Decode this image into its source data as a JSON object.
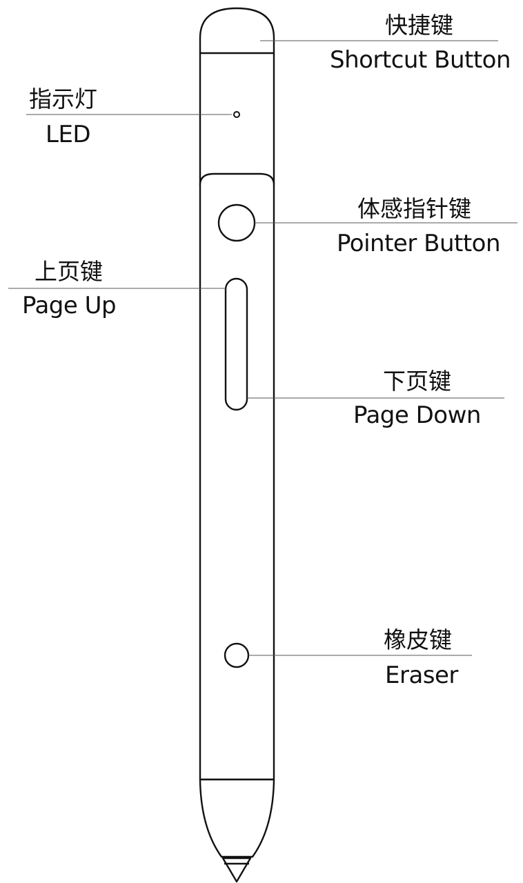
{
  "callouts": {
    "shortcut": {
      "zh": "快捷键",
      "en": "Shortcut Button"
    },
    "led": {
      "zh": "指示灯",
      "en": "LED"
    },
    "pointer": {
      "zh": "体感指针键",
      "en": "Pointer Button"
    },
    "page_up": {
      "zh": "上页键",
      "en": "Page Up"
    },
    "page_down": {
      "zh": "下页键",
      "en": "Page Down"
    },
    "eraser": {
      "zh": "橡皮键",
      "en": "Eraser"
    }
  }
}
